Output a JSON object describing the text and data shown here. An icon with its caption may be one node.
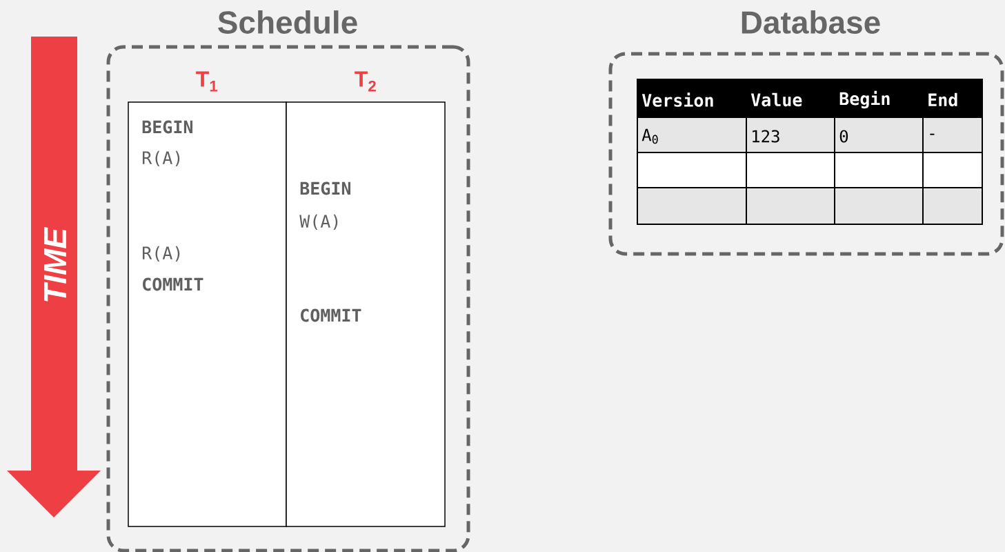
{
  "diagram": {
    "nodes": [
      {
        "text": [
          "Schedule"
        ]
      },
      {
        "text": [
          "Database"
        ]
      },
      {
        "text": [
          "T$_{1}$",
          "BEGIN",
          "R(A)",
          "R(A)",
          "COMMIT"
        ],
        "in": 0
      },
      {
        "text": [
          "T$_{2}$",
          "BEGIN",
          "W(A)",
          "COMMIT"
        ],
        "in": 0
      }
    ],
    "labels": [
      "TIME",
      "Version",
      "Value",
      "Begin",
      "End",
      "A$_{0}$",
      "123",
      "0",
      "-"
    ]
  }
}
